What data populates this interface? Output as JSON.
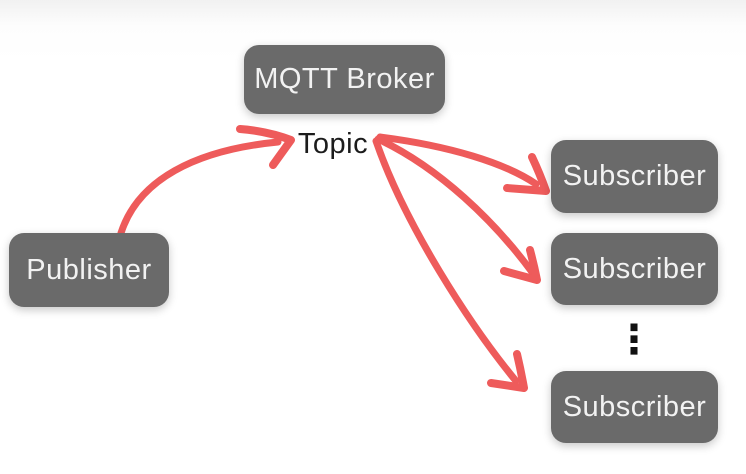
{
  "colors": {
    "node_bg": "#6a6a6a",
    "node_text": "#f2f2f2",
    "arrow": "#ee5b5b",
    "topic_text": "#1c1c1c",
    "background": "#ffffff",
    "ellipsis_color": "#111111"
  },
  "diagram": {
    "broker_label": "MQTT Broker",
    "topic_label": "Topic",
    "publisher_label": "Publisher",
    "subscribers": [
      {
        "label": "Subscriber"
      },
      {
        "label": "Subscriber"
      },
      {
        "label": "Subscriber"
      }
    ],
    "more_indicator": "⋮",
    "edges": [
      {
        "from": "Publisher",
        "to": "Topic"
      },
      {
        "from": "Topic",
        "to": "Subscriber-1"
      },
      {
        "from": "Topic",
        "to": "Subscriber-2"
      },
      {
        "from": "Topic",
        "to": "Subscriber-3"
      }
    ]
  }
}
